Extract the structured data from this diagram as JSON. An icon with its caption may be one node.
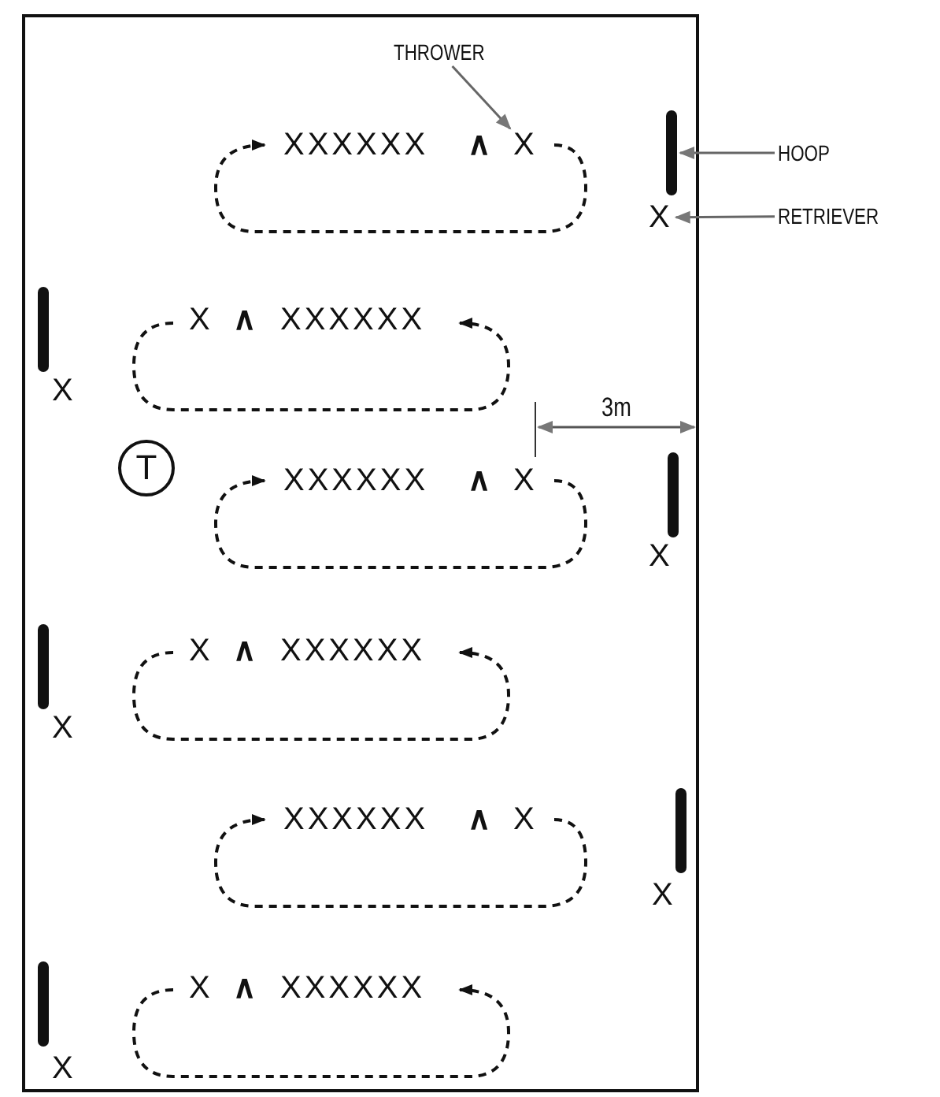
{
  "diagram": {
    "nodes": [
      {
        "text": [
          "THROWER"
        ]
      },
      {
        "text": [
          "X"
        ]
      },
      {
        "text": [
          "HOOP"
        ]
      },
      {
        "text": [],
        "shape": "bar"
      },
      {
        "text": [
          "RETRIEVER"
        ]
      },
      {
        "text": [
          "X"
        ]
      },
      {
        "text": [
          "T"
        ]
      },
      {
        "text": [],
        "shape": "bar"
      },
      {
        "text": [],
        "shape": "bar"
      },
      {
        "text": [],
        "shape": "bar"
      },
      {
        "text": [],
        "shape": "bar"
      },
      {
        "text": [],
        "shape": "bar"
      }
    ],
    "edges": [
      {
        "from": 0,
        "to": 1,
        "arrow": "to"
      },
      {
        "from": 2,
        "to": 3,
        "arrow": "to"
      },
      {
        "from": 4,
        "to": 5,
        "arrow": "to"
      }
    ],
    "labels": [
      "XXXXXX",
      "∧",
      "X",
      "∧",
      "XXXXXX",
      "X",
      "3m",
      "XXXXXX",
      "∧",
      "X",
      "X",
      "X",
      "∧",
      "XXXXXX",
      "X",
      "XXXXXX",
      "∧",
      "X",
      "X",
      "X",
      "∧",
      "XXXXXX",
      "X"
    ]
  }
}
